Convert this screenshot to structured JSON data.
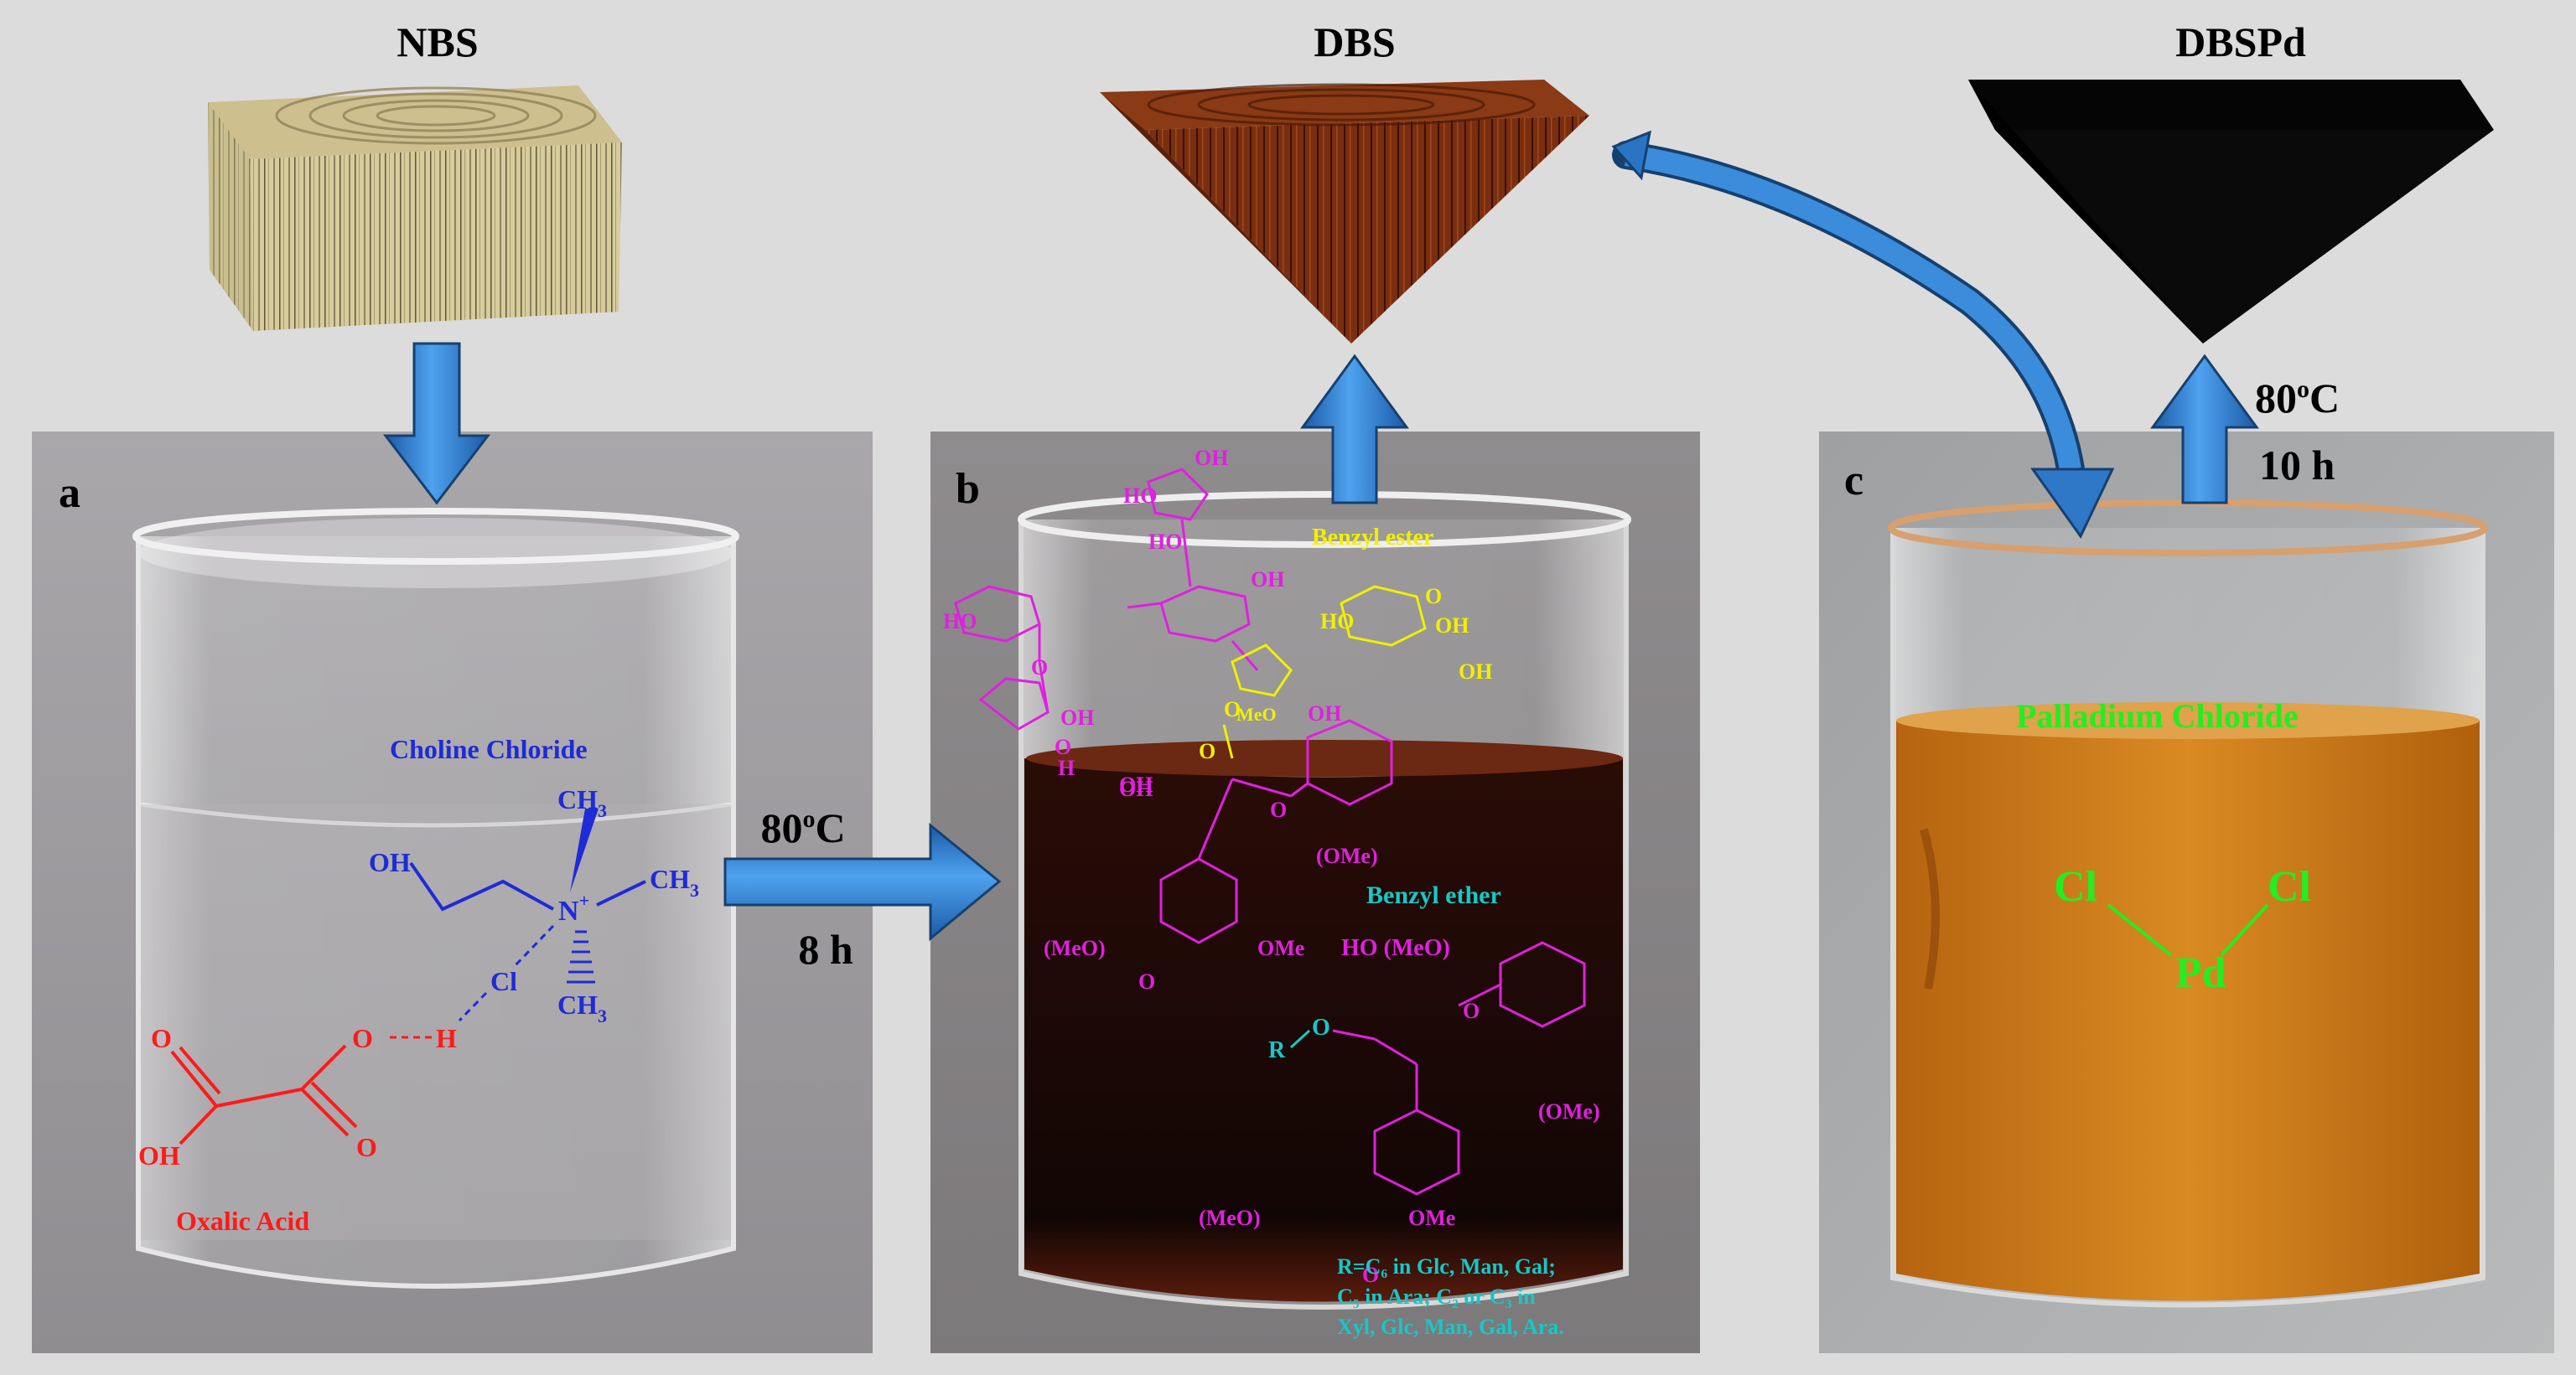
{
  "titles": {
    "nbs": "NBS",
    "dbs": "DBS",
    "dbspd": "DBSPd"
  },
  "panels": {
    "a": "a",
    "b": "b",
    "c": "c"
  },
  "step1": {
    "temp_num": "80",
    "temp_sup": "o",
    "temp_unit": "C",
    "time": "8 h"
  },
  "step2": {
    "temp_num": "80",
    "temp_sup": "o",
    "temp_unit": "C",
    "time": "10 h"
  },
  "panel_a": {
    "choline_label": "Choline Chloride",
    "oh": "OH",
    "ch3_top": "CH",
    "ch3_right": "CH",
    "ch3_bottom": "CH",
    "sub3": "3",
    "n": "N",
    "n_plus": "+",
    "cl": "Cl",
    "o_left": "O",
    "o_right": "O",
    "o_h": "O",
    "h": "H",
    "oh_bottom": "OH",
    "o_bottom": "O",
    "oxalic_label": "Oxalic Acid"
  },
  "panel_b": {
    "benzyl_ester": "Benzyl ester",
    "benzyl_ether": "Benzyl ether",
    "oh": "OH",
    "ho": "HO",
    "o": "O",
    "h": "H",
    "meo": "MeO",
    "ome_paren": "(OMe)",
    "meo_paren": "(MeO)",
    "ome": "OMe",
    "ho_meo": "HO (MeO)",
    "r": "R",
    "r_line1": "R=C₆ in Glc, Man, Gal;",
    "r_line2": "C₅ in Ara; C₂ or C₃ in",
    "r_line3": "Xyl, Glc, Man, Gal, Ara."
  },
  "panel_c": {
    "label": "Palladium Chloride",
    "cl_left": "Cl",
    "cl_right": "Cl",
    "pd": "Pd"
  },
  "colors": {
    "arrow": "#2f78c8",
    "choline": "#1f2bd6",
    "oxalic": "#ff1a1a",
    "lignin": "#e020e0",
    "ester": "#f0f000",
    "ether": "#16c8c8",
    "pd": "#22ee22",
    "wood_light": "#d8cfa2",
    "wood_dark": "#8a3a12",
    "wood_black": "#050505"
  }
}
